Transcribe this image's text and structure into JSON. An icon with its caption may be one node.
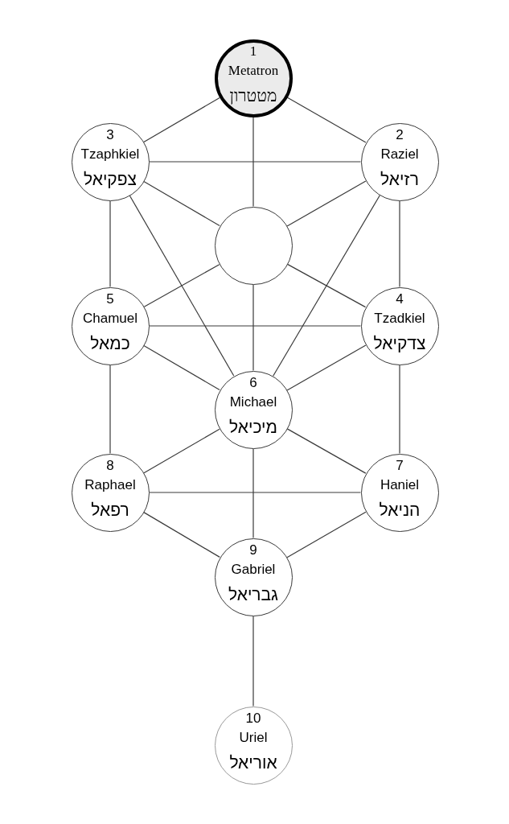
{
  "diagram": {
    "nodes": [
      {
        "text": [
          "1",
          "Metatron",
          "מטטרון"
        ]
      },
      {
        "text": [
          "3",
          "Tzaphkiel",
          "צפקיאל"
        ]
      },
      {
        "text": [
          "2",
          "Raziel",
          "רזיאל"
        ]
      },
      {
        "text": [],
        "shape": "circle"
      },
      {
        "text": [
          "5",
          "Chamuel",
          "כמאל"
        ]
      },
      {
        "text": [
          "4",
          "Tzadkiel",
          "צדקיאל"
        ]
      },
      {
        "text": [
          "6",
          "Michael",
          "מיכיאל"
        ]
      },
      {
        "text": [
          "8",
          "Raphael",
          "רפאל"
        ]
      },
      {
        "text": [
          "7",
          "Haniel",
          "הניאל"
        ]
      },
      {
        "text": [
          "9",
          "Gabriel",
          "גבריאל"
        ]
      },
      {
        "text": [
          "10",
          "Uriel",
          "אוריאל"
        ]
      }
    ],
    "edges": [
      {
        "from": 0,
        "to": 1,
        "arrow": "none"
      },
      {
        "from": 0,
        "to": 2,
        "arrow": "none"
      },
      {
        "from": 0,
        "to": 3,
        "arrow": "none"
      },
      {
        "from": 1,
        "to": 2,
        "arrow": "none"
      },
      {
        "from": 1,
        "to": 3,
        "arrow": "none"
      },
      {
        "from": 2,
        "to": 3,
        "arrow": "none"
      },
      {
        "from": 1,
        "to": 4,
        "arrow": "none"
      },
      {
        "from": 2,
        "to": 5,
        "arrow": "none"
      },
      {
        "from": 1,
        "to": 6,
        "arrow": "none"
      },
      {
        "from": 2,
        "to": 6,
        "arrow": "none"
      },
      {
        "from": 3,
        "to": 4,
        "arrow": "none"
      },
      {
        "from": 3,
        "to": 5,
        "arrow": "none"
      },
      {
        "from": 3,
        "to": 6,
        "arrow": "none"
      },
      {
        "from": 4,
        "to": 5,
        "arrow": "none"
      },
      {
        "from": 4,
        "to": 6,
        "arrow": "none"
      },
      {
        "from": 5,
        "to": 6,
        "arrow": "none"
      },
      {
        "from": 4,
        "to": 7,
        "arrow": "none"
      },
      {
        "from": 5,
        "to": 8,
        "arrow": "none"
      },
      {
        "from": 6,
        "to": 7,
        "arrow": "none"
      },
      {
        "from": 6,
        "to": 8,
        "arrow": "none"
      },
      {
        "from": 6,
        "to": 9,
        "arrow": "none"
      },
      {
        "from": 7,
        "to": 8,
        "arrow": "none"
      },
      {
        "from": 7,
        "to": 9,
        "arrow": "none"
      },
      {
        "from": 8,
        "to": 9,
        "arrow": "none"
      },
      {
        "from": 9,
        "to": 10,
        "arrow": "none"
      }
    ]
  }
}
